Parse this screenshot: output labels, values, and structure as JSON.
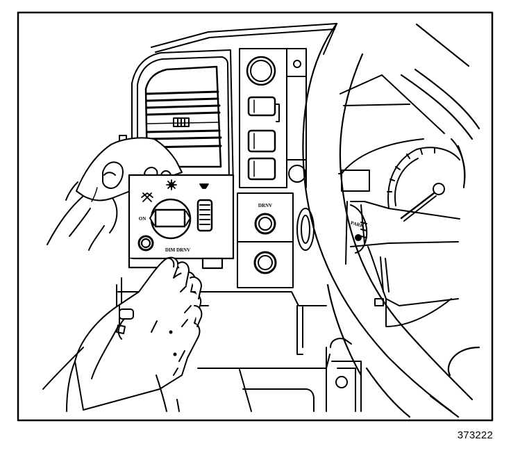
{
  "figure": {
    "number": "373222",
    "subject": "Headlamp switch removal from instrument panel",
    "colors": {
      "ink": "#000000",
      "paper": "#ffffff"
    }
  },
  "headlamp_switch": {
    "labels": {
      "auto": "ON",
      "dimmer": "DIM DRNV"
    },
    "icons": [
      "parking-lamp-icon",
      "headlamp-icon",
      "dome-lamp-icon"
    ]
  },
  "adjacent_switch": {
    "label": "DRNV"
  },
  "steering_column": {
    "label": "PARK"
  }
}
